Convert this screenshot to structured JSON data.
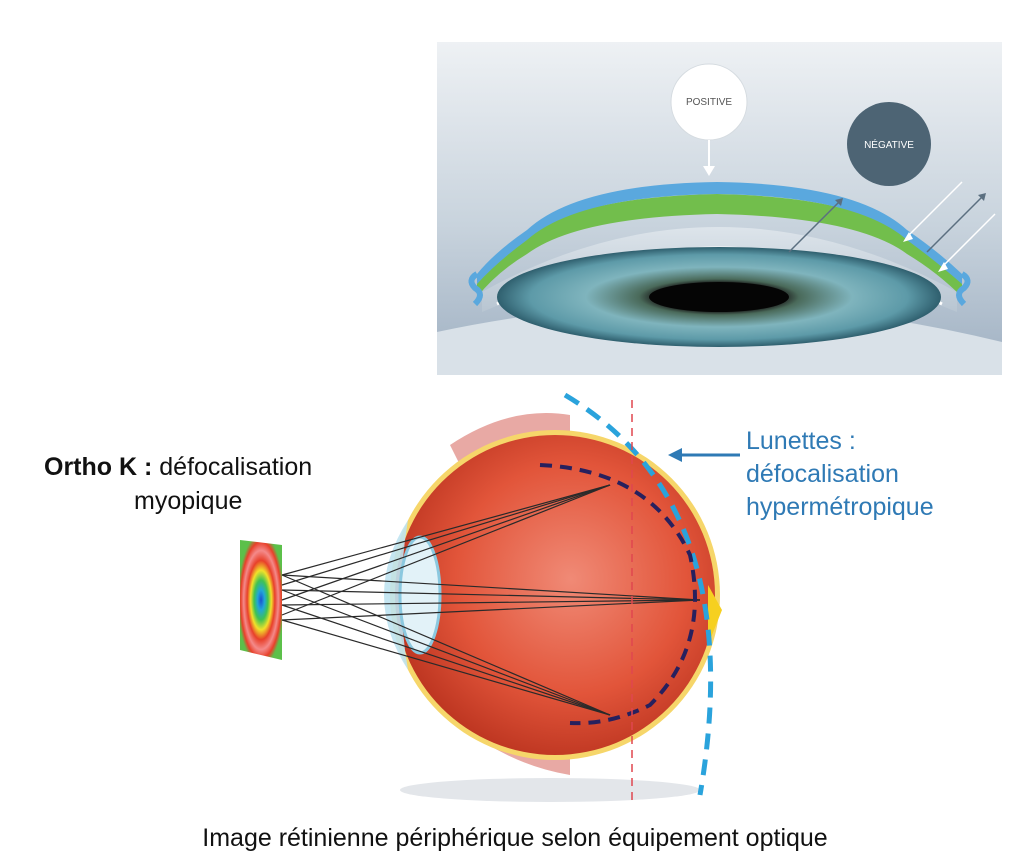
{
  "top_figure": {
    "positive_label": "POSITIVE",
    "negative_label": "NÉGATIVE"
  },
  "labels": {
    "ortho_bold": "Ortho K :",
    "ortho_line1_rest": " défocalisation",
    "ortho_line2": "myopique",
    "lunettes_line1": "Lunettes :",
    "lunettes_line2": "défocalisation",
    "lunettes_line3": "hypermétropique"
  },
  "caption": "Image rétinienne périphérique selon équipement optique",
  "colors": {
    "lens_blue": "#5aa8de",
    "lens_green": "#72be4c",
    "negative_circle": "#4d6474",
    "eye_red": "#e2553a",
    "dash_blue": "#2aa3dc",
    "dash_navy": "#27205e",
    "axis_red": "#e0464f",
    "label_blue": "#2f7ab5"
  }
}
